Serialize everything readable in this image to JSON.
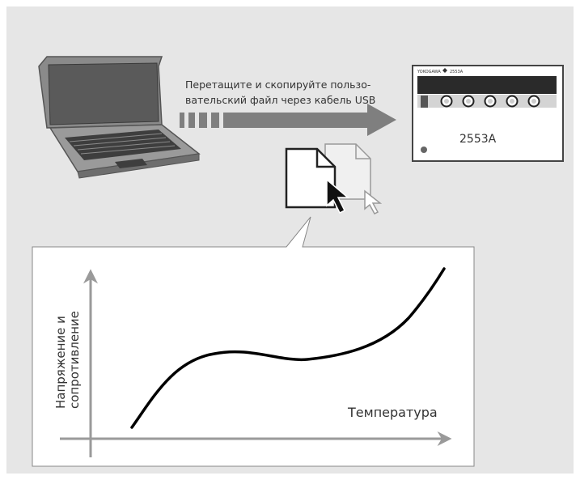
{
  "instruction": {
    "line1": "Перетащите и скопируйте пользо-",
    "line2": "вательский файл через кабель USB"
  },
  "device": {
    "brand": "YOKOGAWA",
    "model_small": "2553A",
    "model_label": "2553A",
    "knob_count": 5
  },
  "graph": {
    "y_label_line1": "Напряжение и",
    "y_label_line2": "сопротивление",
    "x_label": "Температура"
  },
  "colors": {
    "background": "#e6e6e6",
    "arrow": "#7f7f7f",
    "laptop_screen": "#5a5a5a",
    "curve": "#000000"
  }
}
